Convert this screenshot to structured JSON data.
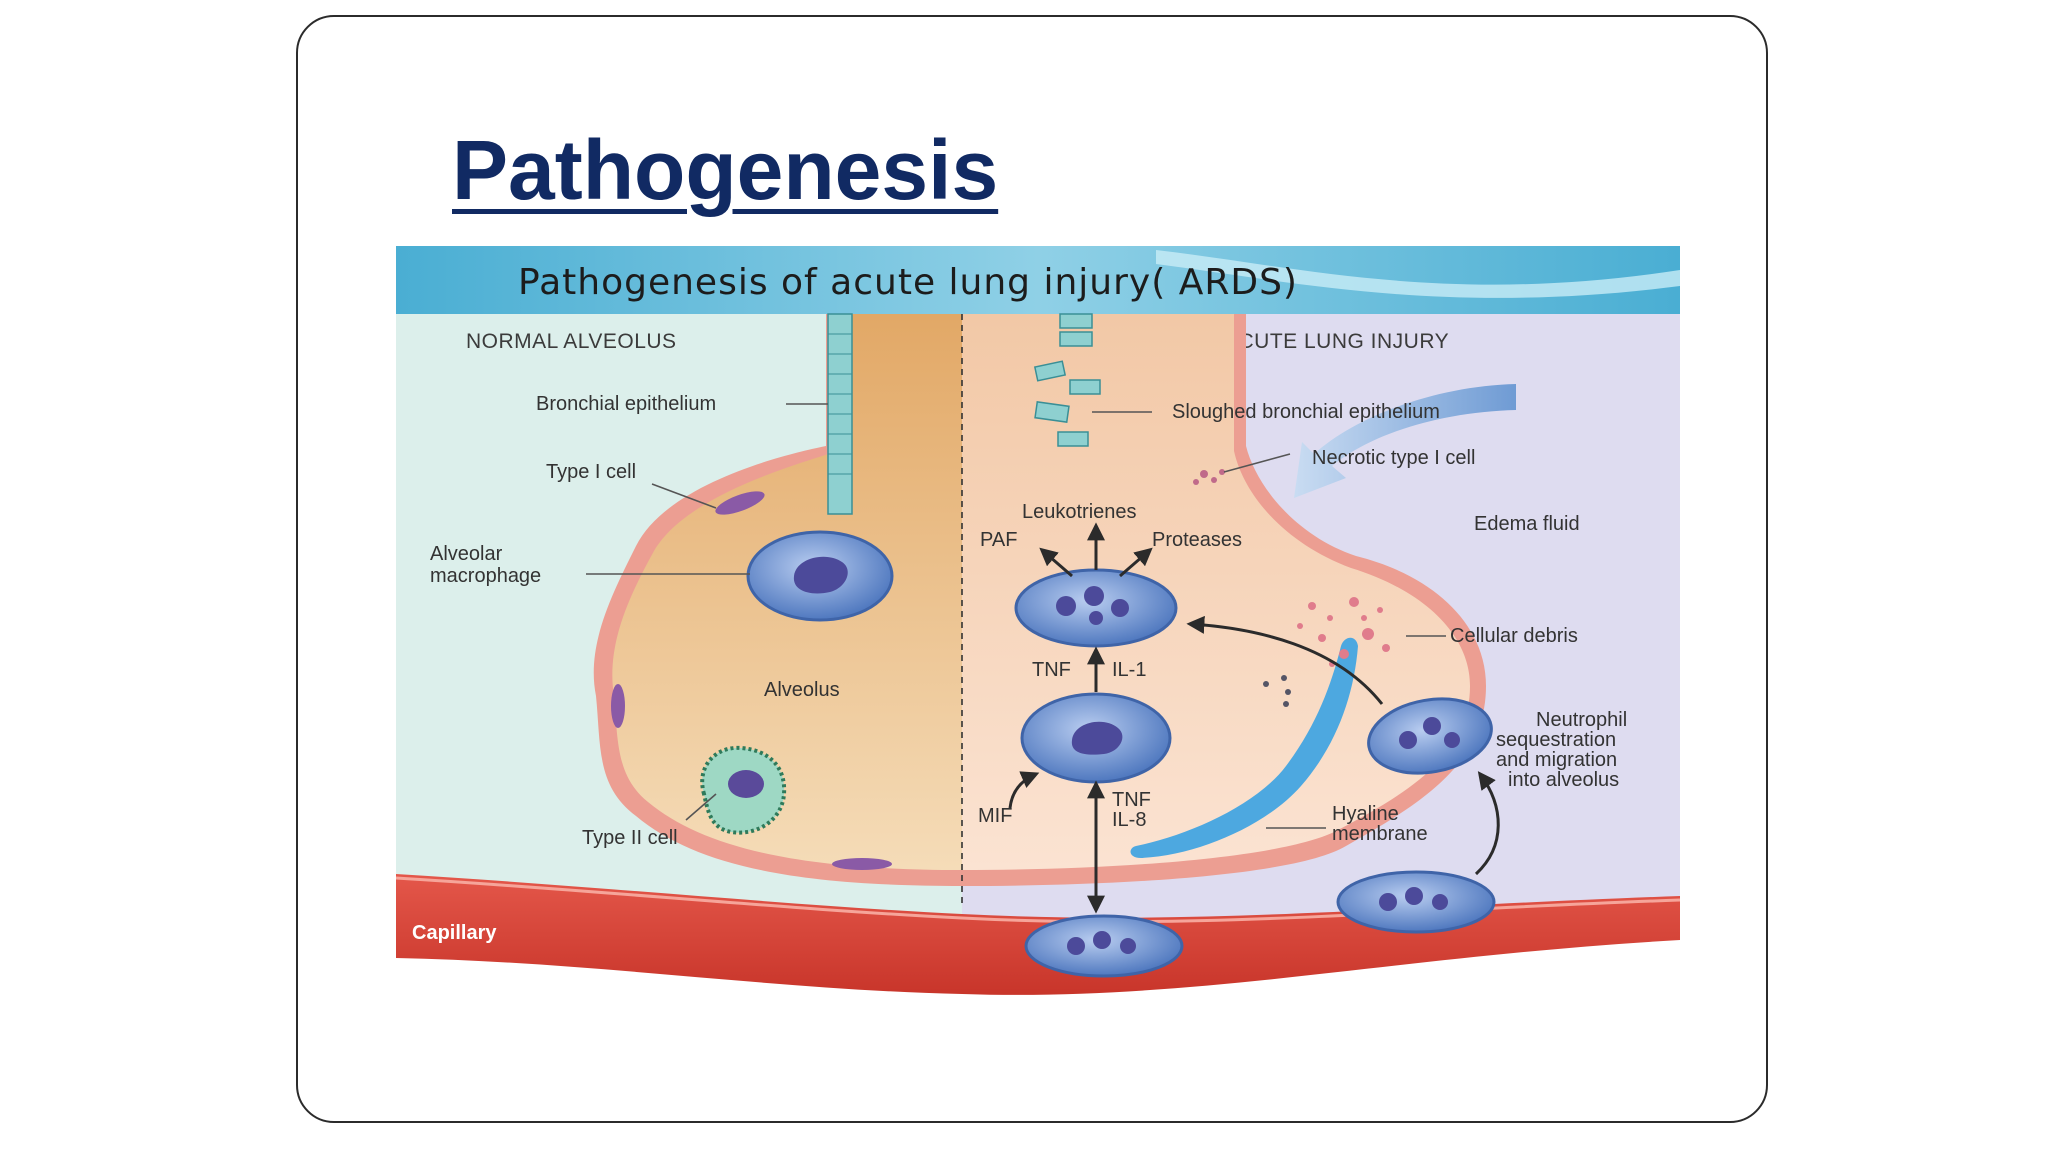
{
  "slide": {
    "title": "Pathogenesis"
  },
  "figure": {
    "banner_title": "Pathogenesis of acute lung injury( ARDS)",
    "left_header": "NORMAL ALVEOLUS",
    "right_header": "ACUTE LUNG INJURY",
    "labels": {
      "bronchial_epithelium": "Bronchial epithelium",
      "type_i_cell": "Type I cell",
      "alveolar_macrophage_1": "Alveolar",
      "alveolar_macrophage_2": "macrophage",
      "alveolus": "Alveolus",
      "type_ii_cell": "Type II cell",
      "capillary": "Capillary",
      "sloughed_bronchial_epithelium": "Sloughed bronchial epithelium",
      "necrotic_type_i_cell": "Necrotic type I cell",
      "edema_fluid": "Edema fluid",
      "cellular_debris": "Cellular debris",
      "neutrophil_1": "Neutrophil",
      "neutrophil_2": "sequestration",
      "neutrophil_3": "and migration",
      "neutrophil_4": "into alveolus",
      "hyaline_1": "Hyaline",
      "hyaline_2": "membrane",
      "leukotrienes": "Leukotrienes",
      "paf": "PAF",
      "proteases": "Proteases",
      "tnf_top": "TNF",
      "il1": "IL-1",
      "mif": "MIF",
      "tnf_bottom": "TNF",
      "il8": "IL-8"
    },
    "colors": {
      "title": "#112a63",
      "banner": "#5bb6d6",
      "left_bg": "#dcefeb",
      "right_bg": "#dcdcef",
      "capillary": "#d94a3c",
      "cell": "#5f86c8"
    }
  }
}
